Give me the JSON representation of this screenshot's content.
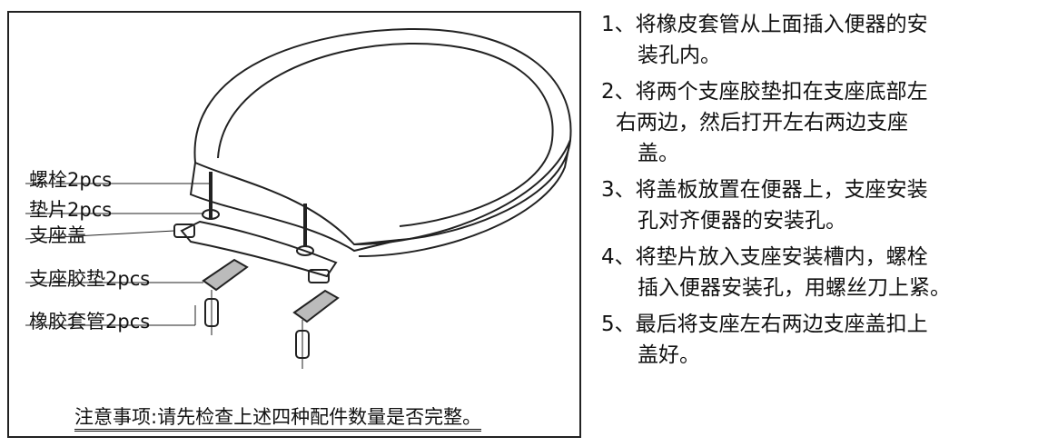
{
  "labels": {
    "bolt": "螺栓2pcs",
    "washer": "垫片2pcs",
    "cover": "支座盖",
    "pad": "支座胶垫2pcs",
    "sleeve": "橡胶套管2pcs"
  },
  "notice": "注意事项:请先检查上述四种配件数量是否完整。",
  "steps": [
    {
      "lines": [
        "1、将橡皮套管从上面插入便器的安",
        "装孔内。"
      ]
    },
    {
      "lines": [
        "2、将两个支座胶垫扣在支座底部左",
        "右两边，然后打开左右两边支座",
        "盖。"
      ]
    },
    {
      "lines": [
        "3、将盖板放置在便器上，支座安装",
        "孔对齐便器的安装孔。"
      ]
    },
    {
      "lines": [
        "4、将垫片放入支座安装槽内，螺栓",
        "插入便器安装孔，用螺丝刀上紧。"
      ]
    },
    {
      "lines": [
        "5、最后将支座左右两边支座盖扣上",
        "盖好。"
      ]
    }
  ]
}
